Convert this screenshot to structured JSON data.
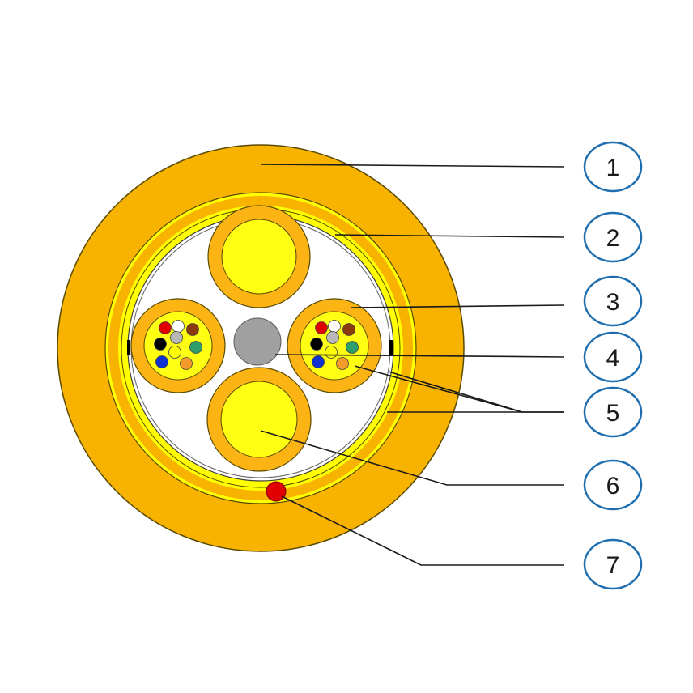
{
  "colors": {
    "jacket": "#F8B300",
    "jacket_outline": "#5a4a00",
    "armor_yellow": "#FFFF00",
    "binder": "#ffffff",
    "tube_orange": "#FCB415",
    "core_yellow": "#FFFF14",
    "strength_member": "#A0A0A0",
    "ripcord": "#E00000",
    "callout_ring": "#1F6FB0",
    "leader_line": "#1a1a1a"
  },
  "fiber_colors": [
    "#E00000",
    "#ffffff",
    "#8B3A10",
    "#B8B8B8",
    "#000000",
    "#FFFF00",
    "#2E9E6A",
    "#1030D0",
    "#F39A2B"
  ],
  "callouts": [
    {
      "id": "1",
      "label": "1"
    },
    {
      "id": "2",
      "label": "2"
    },
    {
      "id": "3",
      "label": "3"
    },
    {
      "id": "4",
      "label": "4"
    },
    {
      "id": "5",
      "label": "5"
    },
    {
      "id": "6",
      "label": "6"
    },
    {
      "id": "7",
      "label": "7"
    }
  ]
}
